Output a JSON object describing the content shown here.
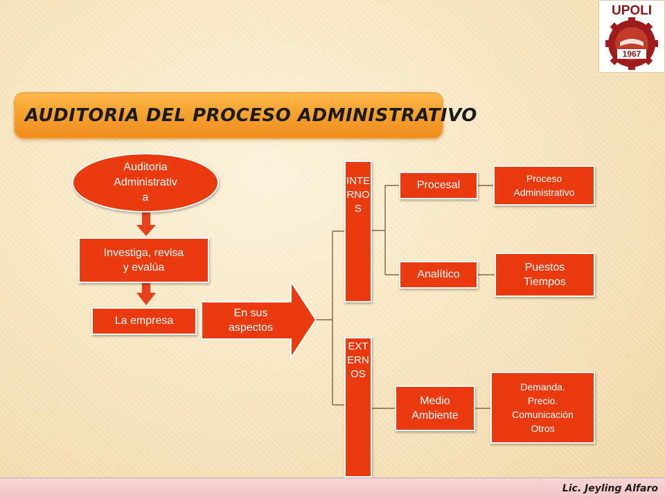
{
  "logo": {
    "text": "UPOLI",
    "year": "1967"
  },
  "title": "AUDITORIA DEL PROCESO ADMINISTRATIVO",
  "nodes": {
    "auditoria": "Auditoria\nAdministrativ\na",
    "investiga": "Investiga, revisa\ny evalúa",
    "empresa": "La empresa",
    "aspectos": "En sus\naspectos",
    "internos": "INTERNOS",
    "externos": "EXTERNOS",
    "procesal": "Procesal",
    "proceso_administrativo": "Proceso\nAdministrativo",
    "analitico": "Analítico",
    "puestos_tiempos": "Puestos\nTiempos",
    "medio_ambiente": "Medio\nAmbiente",
    "demanda": "Demanda.\nPrecio.\nComunicación\nOtros"
  },
  "footer": "Lic. Jeyling Alfaro",
  "colors": {
    "node_fill": "#ea3a10",
    "arrow": "#e8401a",
    "title_bar": "#f6a12e",
    "connector": "#6b4a2a",
    "footer_bg": "#f7d5d8"
  }
}
